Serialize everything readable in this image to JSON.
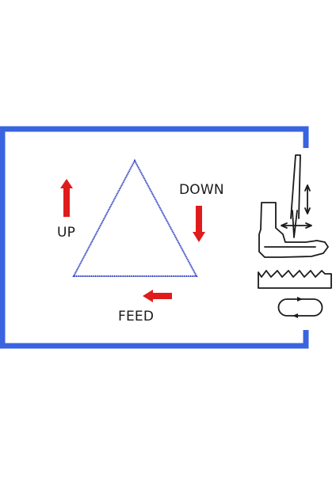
{
  "diagram": {
    "colors": {
      "frame": "#3a63e0",
      "triangle": "#1c2fb8",
      "arrow": "#e01b1b",
      "ink": "#1a1a1a"
    },
    "labels": {
      "up": "UP",
      "down": "DOWN",
      "feed": "FEED"
    },
    "icons": [
      "up-arrow-icon",
      "down-arrow-icon",
      "feed-arrow-icon",
      "sewing-mechanism-icon"
    ]
  }
}
